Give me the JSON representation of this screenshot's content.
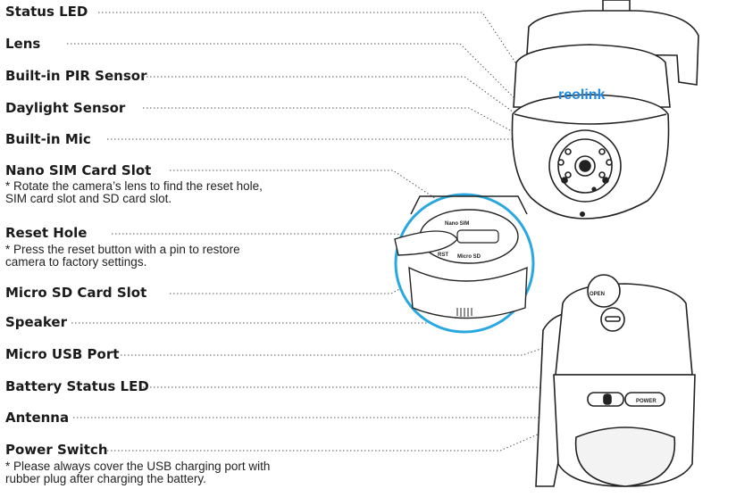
{
  "labels": {
    "status_led": "Status LED",
    "lens": "Lens",
    "pir_sensor": "Built-in PIR Sensor",
    "daylight_sensor": "Daylight Sensor",
    "mic": "Built-in Mic",
    "nano_sim": "Nano SIM Card Slot",
    "reset_hole": "Reset Hole",
    "micro_sd": "Micro SD Card Slot",
    "speaker": "Speaker",
    "micro_usb": "Micro USB Port",
    "battery_led": "Battery Status LED",
    "antenna": "Antenna",
    "power_switch": "Power Switch"
  },
  "notes": {
    "nano_sim_line1": "* Rotate the camera’s lens to find the reset hole,",
    "nano_sim_line2": "SIM card slot and SD card slot.",
    "reset_line1": "* Press the reset button with a pin to restore",
    "reset_line2": "camera to factory settings.",
    "power_line1": "* Please always cover the USB charging port with",
    "power_line2": "rubber plug after charging the battery."
  },
  "camera": {
    "brand": "reolink",
    "nano_sim_text": "Nano SIM",
    "rst_text": "RST",
    "micro_sd_text": "Micro SD",
    "open_text": "OPEN",
    "power_text": "POWER"
  },
  "colors": {
    "accent": "#1e88e5",
    "line": "#333333",
    "highlight": "#29a8e0"
  }
}
